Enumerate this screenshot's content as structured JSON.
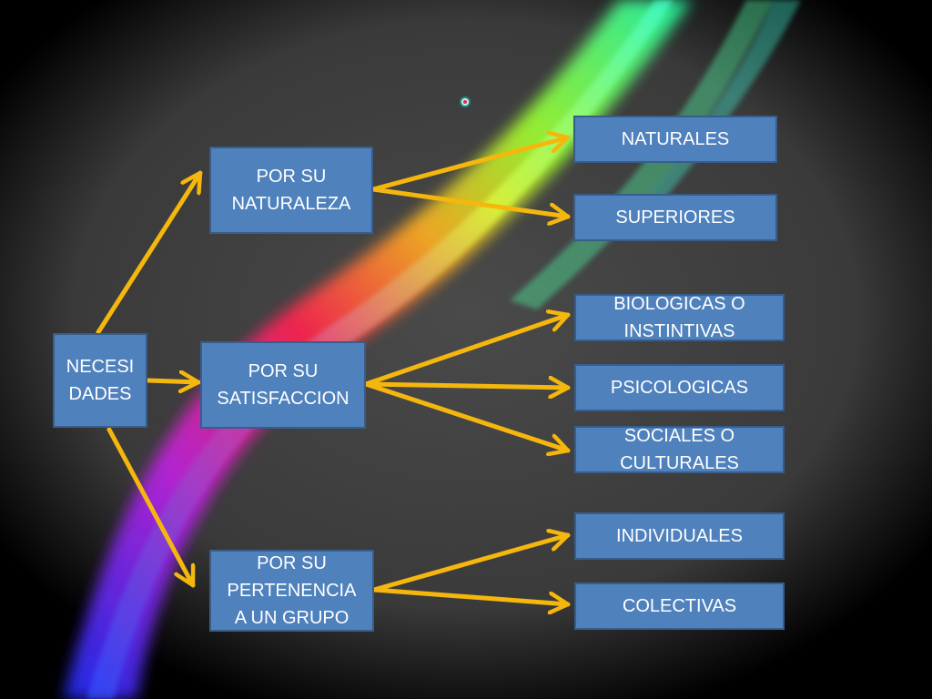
{
  "root": {
    "label": "NECESI\nDADES"
  },
  "categories": [
    {
      "label": "POR SU\nNATURALEZA"
    },
    {
      "label": "POR SU\nSATISFACCION"
    },
    {
      "label": "POR SU\nPERTENENCIA\nA UN GRUPO"
    }
  ],
  "leaves": [
    {
      "label": "NATURALES"
    },
    {
      "label": "SUPERIORES"
    },
    {
      "label": "BIOLOGICAS O\nINSTINTIVAS"
    },
    {
      "label": "PSICOLOGICAS"
    },
    {
      "label": "SOCIALES O\nCULTURALES"
    },
    {
      "label": "INDIVIDUALES"
    },
    {
      "label": "COLECTIVAS"
    }
  ],
  "colors": {
    "box_fill": "#4f81bd",
    "box_border": "#385d8a",
    "arrow": "#f5b70d",
    "background": "#000000"
  }
}
